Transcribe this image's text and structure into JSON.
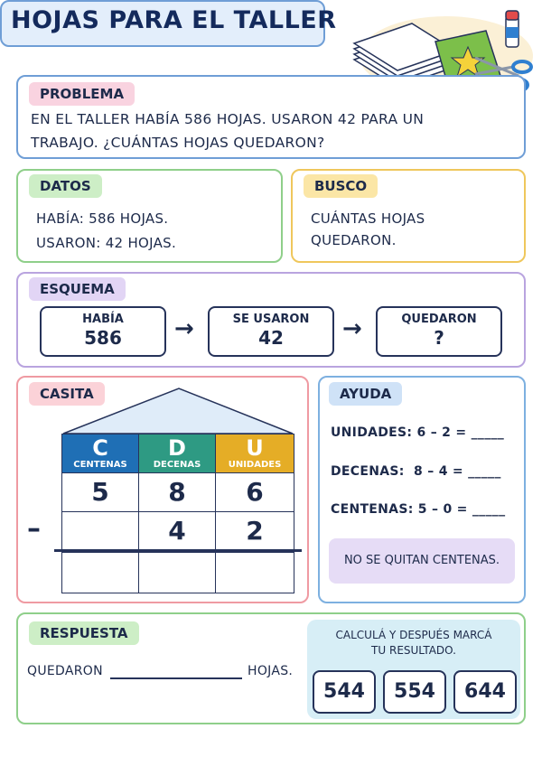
{
  "title": "HOJAS PARA EL TALLER",
  "problema": {
    "tag": "PROBLEMA",
    "line1": "EN EL TALLER HABÍA 586 HOJAS. USARON 42 PARA UN",
    "line2": "TRABAJO. ¿CUÁNTAS HOJAS QUEDARON?"
  },
  "datos": {
    "tag": "DATOS",
    "line1": "HABÍA: 586 HOJAS.",
    "line2": "USARON: 42 HOJAS."
  },
  "busco": {
    "tag": "BUSCO",
    "line1": "CUÁNTAS HOJAS",
    "line2": "QUEDARON."
  },
  "esquema": {
    "tag": "ESQUEMA",
    "boxes": [
      {
        "label": "HABÍA",
        "value": "586"
      },
      {
        "label": "SE USARON",
        "value": "42"
      },
      {
        "label": "QUEDARON",
        "value": "?"
      }
    ],
    "arrow": "→"
  },
  "casita": {
    "tag": "CASITA",
    "headers": [
      {
        "letter": "C",
        "name": "CENTENAS",
        "color": "#1f6fb5"
      },
      {
        "letter": "D",
        "name": "DECENAS",
        "color": "#2e9a83"
      },
      {
        "letter": "U",
        "name": "UNIDADES",
        "color": "#e5ad26"
      }
    ],
    "row1": [
      "5",
      "8",
      "6"
    ],
    "row2": [
      "",
      "4",
      "2"
    ],
    "result": [
      "",
      "",
      ""
    ],
    "operator": "–"
  },
  "ayuda": {
    "tag": "AYUDA",
    "lines": [
      "UNIDADES: 6 – 2 = _____",
      "DECENAS:  8 – 4 = _____",
      "CENTENAS: 5 – 0 = _____"
    ],
    "note": "NO SE QUITAN CENTENAS."
  },
  "respuesta": {
    "tag": "RESPUESTA",
    "prefix": "QUEDARON",
    "suffix": "HOJAS.",
    "instruction1": "CALCULÁ Y DESPUÉS MARCÁ",
    "instruction2": "TU RESULTADO.",
    "options": [
      "544",
      "554",
      "644"
    ]
  }
}
